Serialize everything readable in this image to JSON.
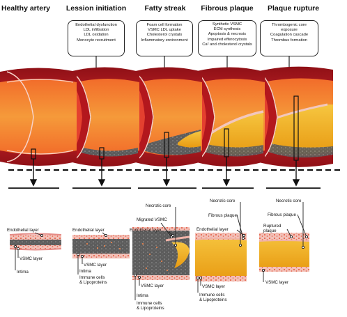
{
  "stages": [
    {
      "title": "Healthy artery",
      "notes": [],
      "labels": [
        "Endothelial layer",
        "VSMC layer",
        "Intima"
      ]
    },
    {
      "title": "Lession initiation",
      "notes": [
        "Endothelial dysfunction",
        "LDL infiltration",
        "LDL oxidation",
        "Monocyte recruitment"
      ],
      "labels": [
        "Endothelial layer",
        "VSMC layer",
        "Intima",
        "Immune cells",
        "& Lipoproteins"
      ]
    },
    {
      "title": "Fatty streak",
      "notes": [
        "Foam cell formation",
        "VSMC LDL uptake",
        "Cholesterol crystals",
        "Inflammatory environment"
      ],
      "labels": [
        "Necrotic core",
        "Migrated VSMC",
        "Endothelial layer",
        "VSMC layer",
        "Intima",
        "Immune cells",
        "& Lipoproteins"
      ]
    },
    {
      "title": "Fibrous plaque",
      "notes": [
        "Synthetic VSMC",
        "ECM synthesis",
        "Apoptosis & necrosis",
        "Impaired efferocytosis",
        "Ca² and cholesterol crystals"
      ],
      "labels": [
        "Necrotic core",
        "Fibrous plaque",
        "Endothelial layer",
        "VSMC layer",
        "Immune cells",
        "& Lipoproteins"
      ]
    },
    {
      "title": "Plaque rupture",
      "notes": [
        "Thrombogenic core",
        "exposure",
        "Coagulation cascade",
        "Thrombus formation"
      ],
      "labels": [
        "Necrotic core",
        "Fibrous plaque",
        "Ruptured",
        "plaque",
        "VSMC layer"
      ]
    }
  ],
  "colors": {
    "artery_red": "#c8202a",
    "artery_dark": "#7a0d12",
    "lumen_orange": "#f08a2a",
    "plaque_yellow": "#f2b41c",
    "endothelium_pink": "#f1b6b0",
    "intima_gray": "#5e5e5e",
    "cell_dot": "#e0553a"
  }
}
